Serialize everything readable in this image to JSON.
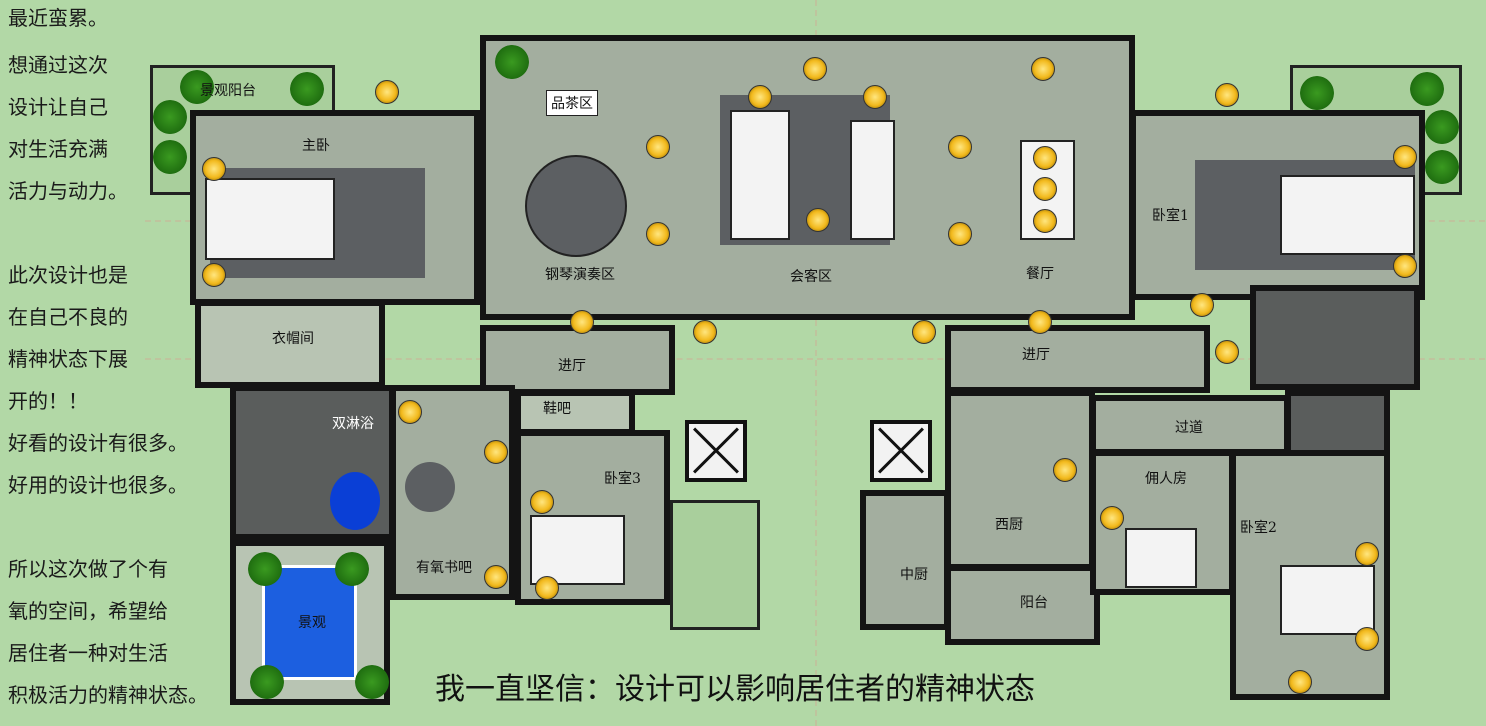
{
  "notes": [
    "最近蛮累。",
    "想通过这次",
    "设计让自己",
    "对生活充满",
    "活力与动力。",
    "此次设计也是",
    "在自己不良的",
    "精神状态下展",
    "开的！！",
    "好看的设计有很多。",
    "好用的设计也很多。",
    "所以这次做了个有",
    "氧的空间，希望给",
    "居住者一种对生活",
    "积极活力的精神状态。"
  ],
  "rooms": {
    "balcony_view": "景观阳台",
    "master": "主卧",
    "tea": "品茶区",
    "piano": "钢琴演奏区",
    "living": "会客区",
    "dining": "餐厅",
    "bed1": "卧室1",
    "closet": "衣帽间",
    "foyer_left": "进厅",
    "foyer_right": "进厅",
    "shoe": "鞋吧",
    "shower": "双淋浴",
    "bed3": "卧室3",
    "bookbar": "有氧书吧",
    "garden": "景观",
    "chinese_kitchen": "中厨",
    "western_kitchen": "西厨",
    "balcony": "阳台",
    "corridor": "过道",
    "maid": "佣人房",
    "bed2": "卧室2"
  },
  "motto": "我一直坚信：设计可以影响居住者的精神状态"
}
